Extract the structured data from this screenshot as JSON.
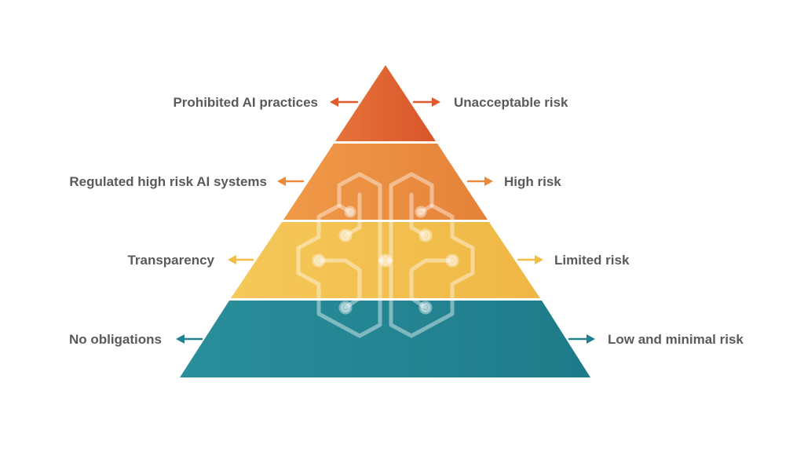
{
  "diagram": {
    "levels": [
      {
        "left_label": "Prohibited AI practices",
        "right_label": "Unacceptable risk",
        "color": "#e05a2b",
        "color_light": "#e6733b"
      },
      {
        "left_label": "Regulated high risk AI systems",
        "right_label": "High risk",
        "color": "#eb8a3a",
        "color_light": "#f09a48"
      },
      {
        "left_label": "Transparency",
        "right_label": "Limited risk",
        "color": "#f2be48",
        "color_light": "#f5c85a"
      },
      {
        "left_label": "No obligations",
        "right_label": "Low and minimal risk",
        "color": "#21818f",
        "color_light": "#2a8f9b"
      }
    ],
    "watermark_icon": "brain-circuit-icon"
  }
}
